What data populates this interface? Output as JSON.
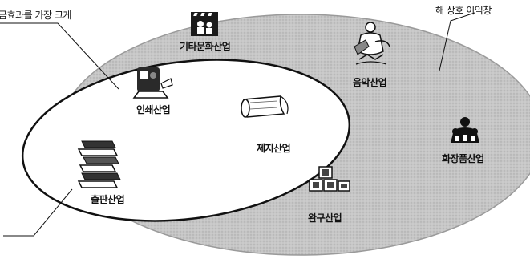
{
  "diagram": {
    "colors": {
      "outer_fill": "#c4c4c4",
      "outer_stroke": "#9a9a9a",
      "inner_fill": "#ffffff",
      "inner_stroke": "#111111",
      "text": "#111111"
    },
    "callouts": {
      "top_left": "금효과를 가장 크게",
      "top_right": "해 상호 이익창"
    },
    "industries": {
      "other_culture": "기타문화산업",
      "music": "음악산업",
      "printing": "인쇄산업",
      "paper": "제지산업",
      "cosmetics": "화장품산업",
      "publishing": "출판산업",
      "toys": "완구산업"
    },
    "icons": [
      "clapperboard-icon",
      "musician-icon",
      "printing-press-icon",
      "paper-roll-icon",
      "cosmetics-people-icon",
      "book-stack-icon",
      "toy-blocks-icon"
    ]
  }
}
